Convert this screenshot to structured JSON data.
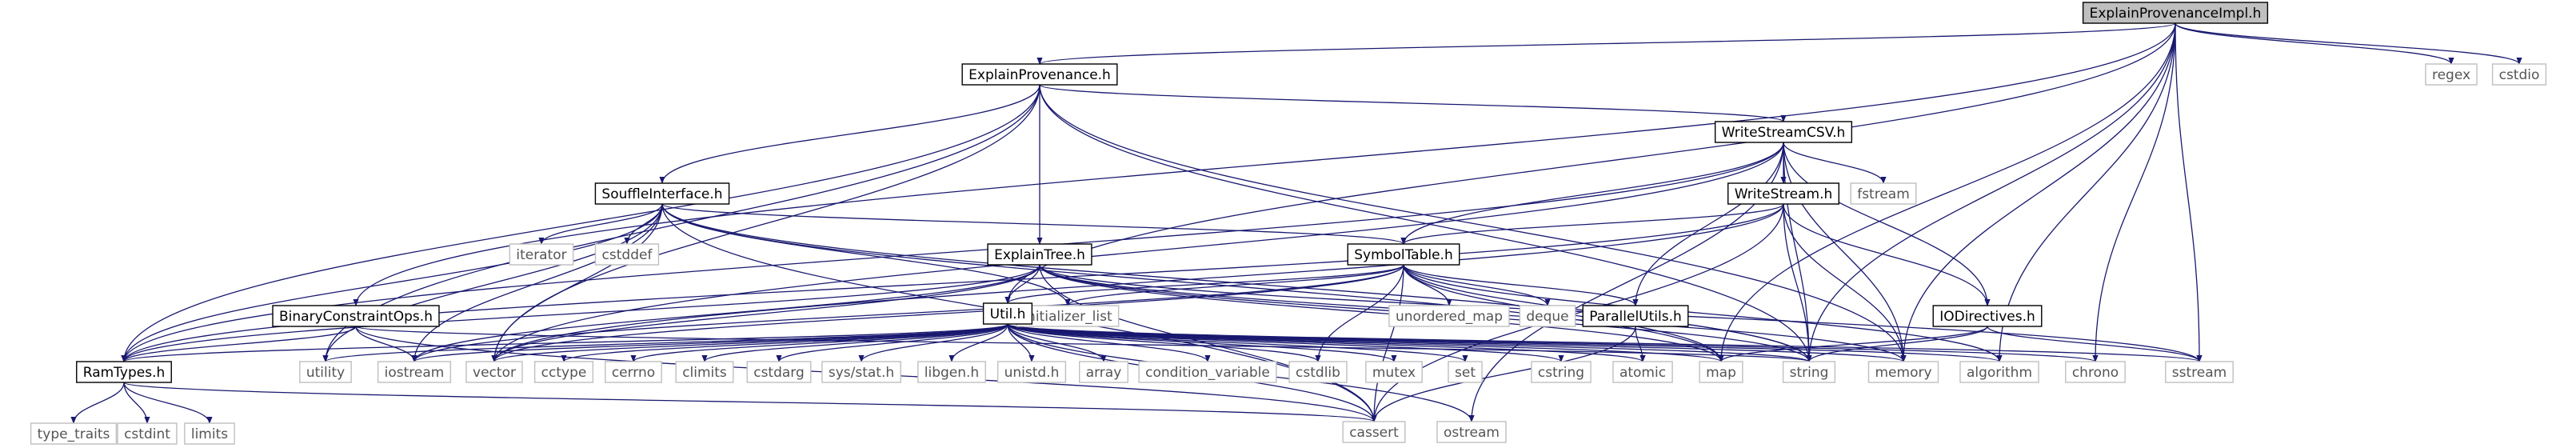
{
  "colors": {
    "edge": "#191970",
    "root_fill": "#bfbfbf",
    "node_border": "#000000",
    "system_node_border": "#bfbfbf",
    "system_node_text": "#555555",
    "background": "#ffffff"
  },
  "nodes": [
    {
      "id": "root",
      "label": "ExplainProvenanceImpl.h",
      "kind": "root"
    },
    {
      "id": "ep",
      "label": "ExplainProvenance.h",
      "kind": "project"
    },
    {
      "id": "regex",
      "label": "regex",
      "kind": "system"
    },
    {
      "id": "cstdio",
      "label": "cstdio",
      "kind": "system"
    },
    {
      "id": "wscsv",
      "label": "WriteStreamCSV.h",
      "kind": "project"
    },
    {
      "id": "fstream",
      "label": "fstream",
      "kind": "system"
    },
    {
      "id": "si",
      "label": "SouffleInterface.h",
      "kind": "project"
    },
    {
      "id": "ws",
      "label": "WriteStream.h",
      "kind": "project"
    },
    {
      "id": "iterator",
      "label": "iterator",
      "kind": "system"
    },
    {
      "id": "cstddef",
      "label": "cstddef",
      "kind": "system"
    },
    {
      "id": "et",
      "label": "ExplainTree.h",
      "kind": "project"
    },
    {
      "id": "st",
      "label": "SymbolTable.h",
      "kind": "project"
    },
    {
      "id": "bco",
      "label": "BinaryConstraintOps.h",
      "kind": "project"
    },
    {
      "id": "initlist",
      "label": "initializer_list",
      "kind": "system"
    },
    {
      "id": "umap",
      "label": "unordered_map",
      "kind": "system"
    },
    {
      "id": "deque",
      "label": "deque",
      "kind": "system"
    },
    {
      "id": "pu",
      "label": "ParallelUtils.h",
      "kind": "project"
    },
    {
      "id": "iod",
      "label": "IODirectives.h",
      "kind": "project"
    },
    {
      "id": "util",
      "label": "Util.h",
      "kind": "project"
    },
    {
      "id": "rt",
      "label": "RamTypes.h",
      "kind": "project"
    },
    {
      "id": "utility",
      "label": "utility",
      "kind": "system"
    },
    {
      "id": "iostream",
      "label": "iostream",
      "kind": "system"
    },
    {
      "id": "vector",
      "label": "vector",
      "kind": "system"
    },
    {
      "id": "cctype",
      "label": "cctype",
      "kind": "system"
    },
    {
      "id": "cerrno",
      "label": "cerrno",
      "kind": "system"
    },
    {
      "id": "climits",
      "label": "climits",
      "kind": "system"
    },
    {
      "id": "cstdarg",
      "label": "cstdarg",
      "kind": "system"
    },
    {
      "id": "sysstat",
      "label": "sys/stat.h",
      "kind": "system"
    },
    {
      "id": "libgen",
      "label": "libgen.h",
      "kind": "system"
    },
    {
      "id": "unistd",
      "label": "unistd.h",
      "kind": "system"
    },
    {
      "id": "array",
      "label": "array",
      "kind": "system"
    },
    {
      "id": "condvar",
      "label": "condition_variable",
      "kind": "system"
    },
    {
      "id": "cstdlib",
      "label": "cstdlib",
      "kind": "system"
    },
    {
      "id": "mutex",
      "label": "mutex",
      "kind": "system"
    },
    {
      "id": "set",
      "label": "set",
      "kind": "system"
    },
    {
      "id": "cstring",
      "label": "cstring",
      "kind": "system"
    },
    {
      "id": "atomic",
      "label": "atomic",
      "kind": "system"
    },
    {
      "id": "map",
      "label": "map",
      "kind": "system"
    },
    {
      "id": "string",
      "label": "string",
      "kind": "system"
    },
    {
      "id": "memory",
      "label": "memory",
      "kind": "system"
    },
    {
      "id": "algorithm",
      "label": "algorithm",
      "kind": "system"
    },
    {
      "id": "chrono",
      "label": "chrono",
      "kind": "system"
    },
    {
      "id": "sstream",
      "label": "sstream",
      "kind": "system"
    },
    {
      "id": "typetraits",
      "label": "type_traits",
      "kind": "system"
    },
    {
      "id": "cstdint",
      "label": "cstdint",
      "kind": "system"
    },
    {
      "id": "limits",
      "label": "limits",
      "kind": "system"
    },
    {
      "id": "cassert",
      "label": "cassert",
      "kind": "system"
    },
    {
      "id": "ostream",
      "label": "ostream",
      "kind": "system"
    }
  ],
  "edges": [
    [
      "root",
      "ep"
    ],
    [
      "root",
      "regex"
    ],
    [
      "root",
      "cstdio"
    ],
    [
      "root",
      "bco"
    ],
    [
      "root",
      "util"
    ],
    [
      "root",
      "map"
    ],
    [
      "root",
      "string"
    ],
    [
      "root",
      "memory"
    ],
    [
      "root",
      "algorithm"
    ],
    [
      "root",
      "chrono"
    ],
    [
      "root",
      "sstream"
    ],
    [
      "ep",
      "wscsv"
    ],
    [
      "ep",
      "si"
    ],
    [
      "ep",
      "et"
    ],
    [
      "ep",
      "rt"
    ],
    [
      "ep",
      "vector"
    ],
    [
      "ep",
      "utility"
    ],
    [
      "ep",
      "string"
    ],
    [
      "ep",
      "memory"
    ],
    [
      "wscsv",
      "fstream"
    ],
    [
      "wscsv",
      "ws"
    ],
    [
      "wscsv",
      "st"
    ],
    [
      "wscsv",
      "pu"
    ],
    [
      "wscsv",
      "iod"
    ],
    [
      "wscsv",
      "rt"
    ],
    [
      "wscsv",
      "vector"
    ],
    [
      "wscsv",
      "string"
    ],
    [
      "wscsv",
      "memory"
    ],
    [
      "wscsv",
      "ostream"
    ],
    [
      "si",
      "iterator"
    ],
    [
      "si",
      "cstddef"
    ],
    [
      "si",
      "st"
    ],
    [
      "si",
      "rt"
    ],
    [
      "si",
      "initlist"
    ],
    [
      "si",
      "utility"
    ],
    [
      "si",
      "iostream"
    ],
    [
      "si",
      "vector"
    ],
    [
      "si",
      "string"
    ],
    [
      "si",
      "map"
    ],
    [
      "si",
      "cassert"
    ],
    [
      "ws",
      "st"
    ],
    [
      "ws",
      "iod"
    ],
    [
      "ws",
      "rt"
    ],
    [
      "ws",
      "vector"
    ],
    [
      "ws",
      "string"
    ],
    [
      "ws",
      "memory"
    ],
    [
      "ws",
      "cassert"
    ],
    [
      "et",
      "util"
    ],
    [
      "et",
      "rt"
    ],
    [
      "et",
      "iostream"
    ],
    [
      "et",
      "vector"
    ],
    [
      "et",
      "map"
    ],
    [
      "et",
      "string"
    ],
    [
      "et",
      "memory"
    ],
    [
      "et",
      "cassert"
    ],
    [
      "et",
      "sstream"
    ],
    [
      "st",
      "util"
    ],
    [
      "st",
      "pu"
    ],
    [
      "st",
      "umap"
    ],
    [
      "st",
      "deque"
    ],
    [
      "st",
      "initlist"
    ],
    [
      "st",
      "iostream"
    ],
    [
      "st",
      "vector"
    ],
    [
      "st",
      "string"
    ],
    [
      "st",
      "cassert"
    ],
    [
      "st",
      "map"
    ],
    [
      "st",
      "cstdlib"
    ],
    [
      "st",
      "algorithm"
    ],
    [
      "bco",
      "rt"
    ],
    [
      "bco",
      "iostream"
    ],
    [
      "bco",
      "cassert"
    ],
    [
      "bco",
      "string"
    ],
    [
      "pu",
      "atomic"
    ],
    [
      "pu",
      "cassert"
    ],
    [
      "iod",
      "map"
    ],
    [
      "iod",
      "string"
    ],
    [
      "iod",
      "sstream"
    ],
    [
      "util",
      "rt"
    ],
    [
      "util",
      "utility"
    ],
    [
      "util",
      "iostream"
    ],
    [
      "util",
      "vector"
    ],
    [
      "util",
      "cctype"
    ],
    [
      "util",
      "cerrno"
    ],
    [
      "util",
      "climits"
    ],
    [
      "util",
      "cstdarg"
    ],
    [
      "util",
      "sysstat"
    ],
    [
      "util",
      "libgen"
    ],
    [
      "util",
      "unistd"
    ],
    [
      "util",
      "array"
    ],
    [
      "util",
      "condvar"
    ],
    [
      "util",
      "cstdlib"
    ],
    [
      "util",
      "mutex"
    ],
    [
      "util",
      "set"
    ],
    [
      "util",
      "cstring"
    ],
    [
      "util",
      "atomic"
    ],
    [
      "util",
      "map"
    ],
    [
      "util",
      "string"
    ],
    [
      "util",
      "memory"
    ],
    [
      "util",
      "algorithm"
    ],
    [
      "util",
      "chrono"
    ],
    [
      "util",
      "sstream"
    ],
    [
      "util",
      "cassert"
    ],
    [
      "util",
      "ostream"
    ],
    [
      "rt",
      "typetraits"
    ],
    [
      "rt",
      "cstdint"
    ],
    [
      "rt",
      "limits"
    ],
    [
      "rt",
      "cassert"
    ]
  ]
}
